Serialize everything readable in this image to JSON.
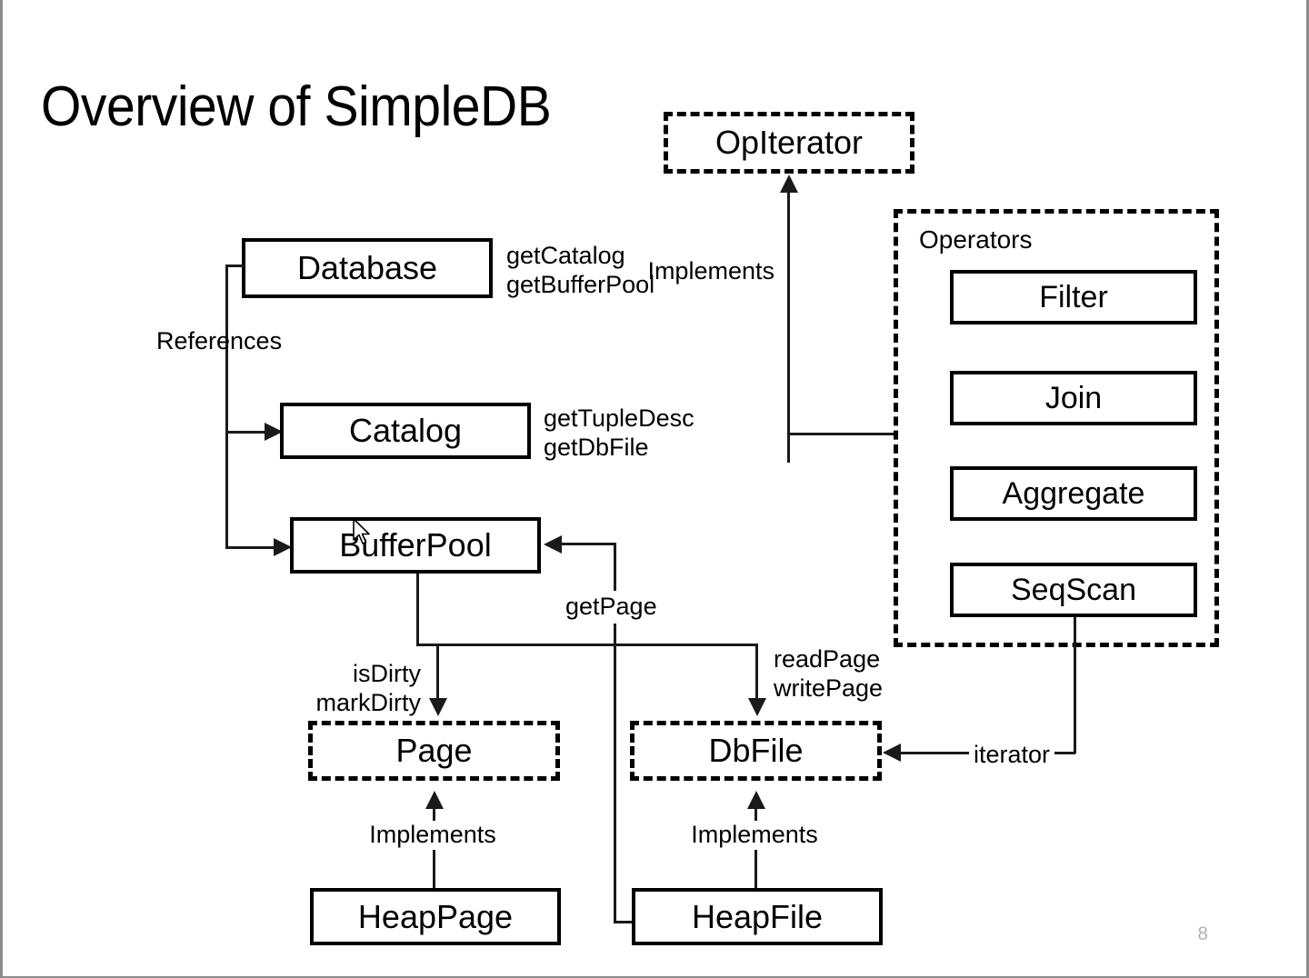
{
  "slide": {
    "title": "Overview of SimpleDB",
    "page_number": "8",
    "background_color": "#ffffff",
    "line_color": "#1a1a1a"
  },
  "nodes": {
    "op_iterator": {
      "label": "OpIterator",
      "style": "interface-dashed"
    },
    "database": {
      "label": "Database",
      "style": "class-solid"
    },
    "catalog": {
      "label": "Catalog",
      "style": "class-solid"
    },
    "buffer_pool": {
      "label": "BufferPool",
      "style": "class-solid"
    },
    "page": {
      "label": "Page",
      "style": "interface-dashed"
    },
    "db_file": {
      "label": "DbFile",
      "style": "interface-dashed"
    },
    "heap_page": {
      "label": "HeapPage",
      "style": "class-solid"
    },
    "heap_file": {
      "label": "HeapFile",
      "style": "class-solid"
    }
  },
  "operators_group": {
    "title": "Operators",
    "style": "group-dashed",
    "items": [
      {
        "label": "Filter"
      },
      {
        "label": "Join"
      },
      {
        "label": "Aggregate"
      },
      {
        "label": "SeqScan"
      }
    ]
  },
  "annotations": {
    "database_methods": "getCatalog\ngetBufferPool",
    "catalog_methods": "getTupleDesc\ngetDbFile",
    "references": "References",
    "implements_opiterator": "Implements",
    "get_page": "getPage",
    "dirty_methods": "isDirty\nmarkDirty",
    "page_io_methods": "readPage\nwritePage",
    "iterator": "iterator",
    "implements_page": "Implements",
    "implements_dbfile": "Implements"
  }
}
